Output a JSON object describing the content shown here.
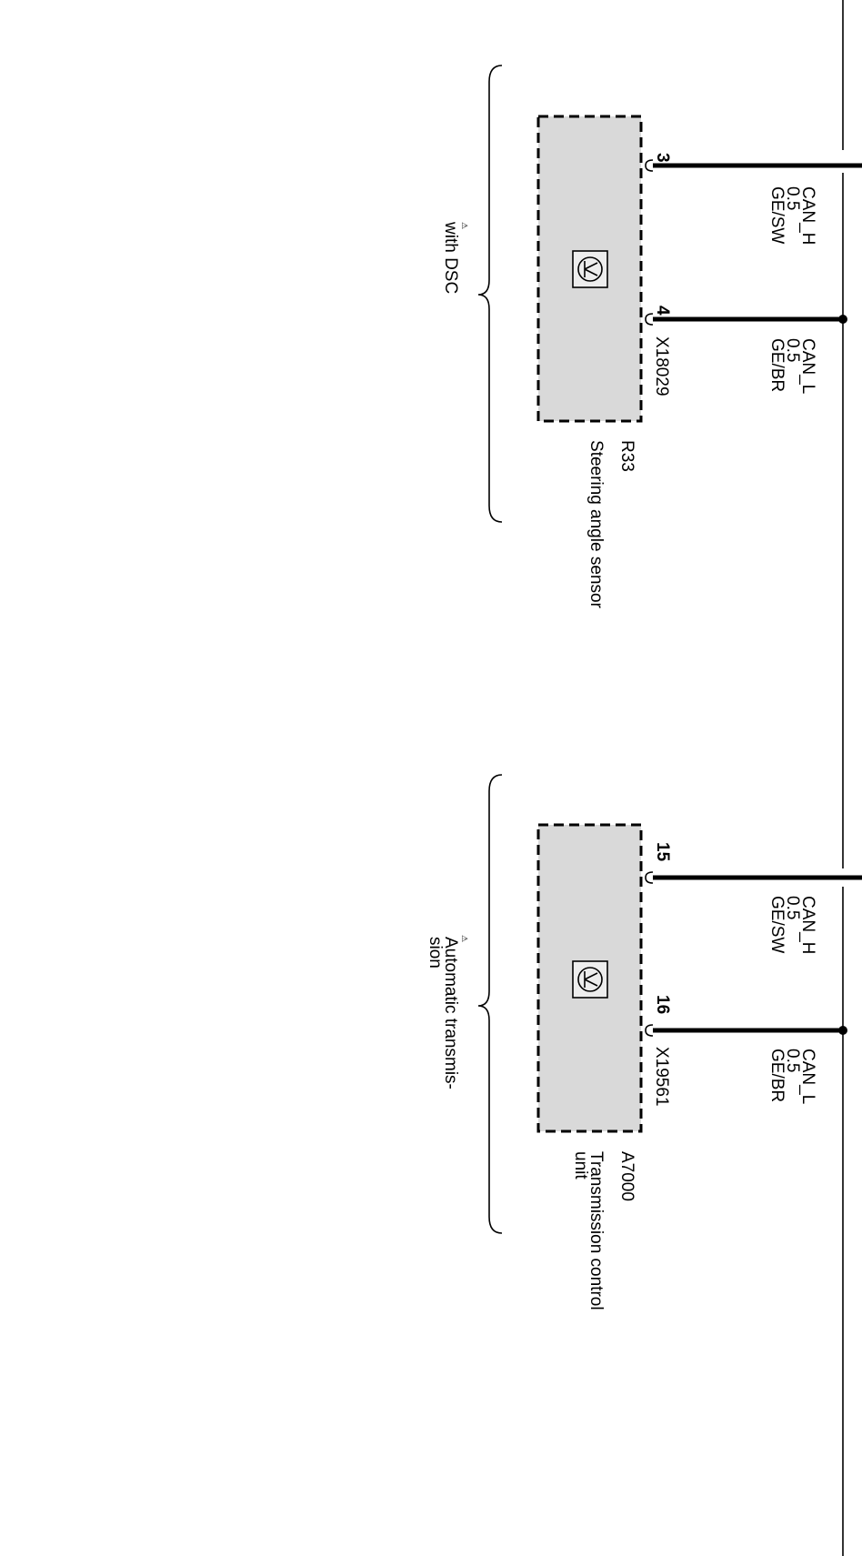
{
  "components": [
    {
      "id": "R33",
      "name": "Steering angle sensor",
      "connector": "X18029",
      "condition": "with DSC",
      "condition_mark": "⚠",
      "icon": "control-unit-symbol-icon",
      "pins": [
        {
          "pin": "3",
          "signal": "CAN_H",
          "cross_section": "0.5",
          "color": "GE/SW"
        },
        {
          "pin": "4",
          "signal": "CAN_L",
          "cross_section": "0.5",
          "color": "GE/BR"
        }
      ]
    },
    {
      "id": "A7000",
      "name_line1": "Transmission control",
      "name_line2": "unit",
      "connector": "X19561",
      "condition_line1": "Automatic transmis-",
      "condition_line2": "sion",
      "condition_mark": "⚠",
      "icon": "control-unit-symbol-icon",
      "pins": [
        {
          "pin": "15",
          "signal": "CAN_H",
          "cross_section": "0.5",
          "color": "GE/SW"
        },
        {
          "pin": "16",
          "signal": "CAN_L",
          "cross_section": "0.5",
          "color": "GE/BR"
        }
      ]
    }
  ],
  "colors": {
    "module_fill": "#d9d9d9",
    "line": "#000000"
  }
}
